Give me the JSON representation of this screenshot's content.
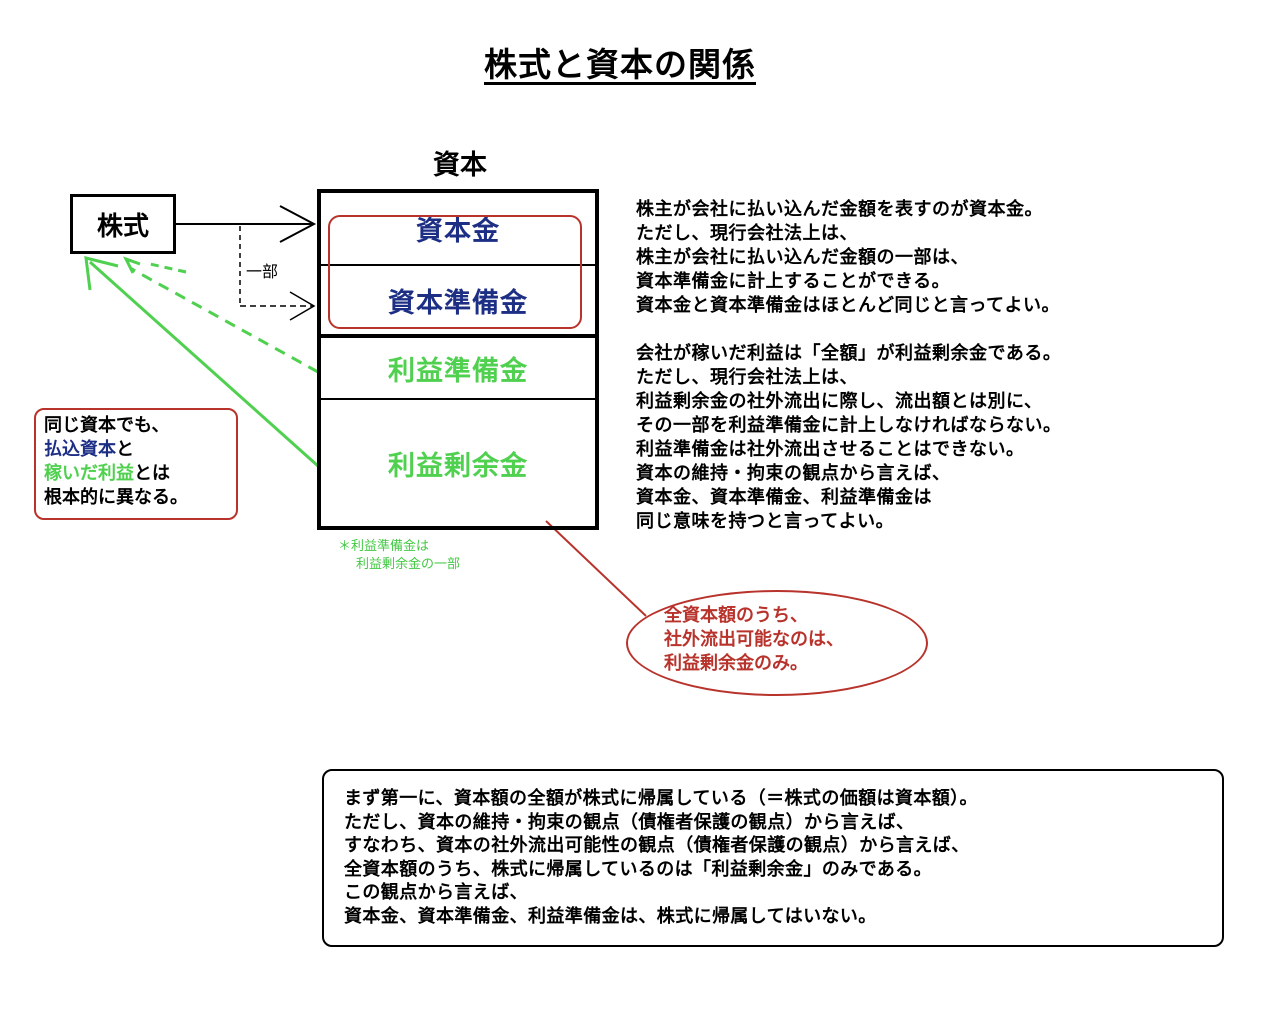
{
  "title": "株式と資本の関係",
  "capital_label": "資本",
  "stock_label": "株式",
  "segments": {
    "s1": "資本金",
    "s2": "資本準備金",
    "s3": "利益準備金",
    "s4": "利益剰余金"
  },
  "part_label": "一部",
  "note": {
    "line1": "＊利益準備金は",
    "line2": "利益剰余金の一部"
  },
  "para1": [
    "株主が会社に払い込んだ金額を表すのが資本金。",
    "ただし、現行会社法上は、",
    "株主が会社に払い込んだ金額の一部は、",
    "資本準備金に計上することができる。",
    "資本金と資本準備金はほとんど同じと言ってよい。"
  ],
  "para2": [
    "会社が稼いだ利益は「全額」が利益剰余金である。",
    "ただし、現行会社法上は、",
    "利益剰余金の社外流出に際し、流出額とは別に、",
    "その一部を利益準備金に計上しなければならない。",
    "利益準備金は社外流出させることはできない。",
    "資本の維持・拘束の観点から言えば、",
    "資本金、資本準備金、利益準備金は",
    "同じ意味を持つと言ってよい。"
  ],
  "left_note": {
    "line1": "同じ資本でも、",
    "paid_in": "払込資本",
    "to": "と",
    "earned": "稼いだ利益",
    "towa": "とは",
    "line4": "根本的に異なる。"
  },
  "ellipse_note": [
    "全資本額のうち、",
    "社外流出可能なのは、",
    "利益剰余金のみ。"
  ],
  "bottom": [
    "まず第一に、資本額の全額が株式に帰属している（＝株式の価額は資本額）。",
    "ただし、資本の維持・拘束の観点（債権者保護の観点）から言えば、",
    "すなわち、資本の社外流出可能性の観点（債権者保護の観点）から言えば、",
    "全資本額のうち、株式に帰属しているのは「利益剰余金」のみである。",
    "この観点から言えば、",
    "資本金、資本準備金、利益準備金は、株式に帰属してはいない。"
  ],
  "colors": {
    "navy": "#1d2e85",
    "green": "#4fd04f",
    "red": "#b8332c"
  }
}
